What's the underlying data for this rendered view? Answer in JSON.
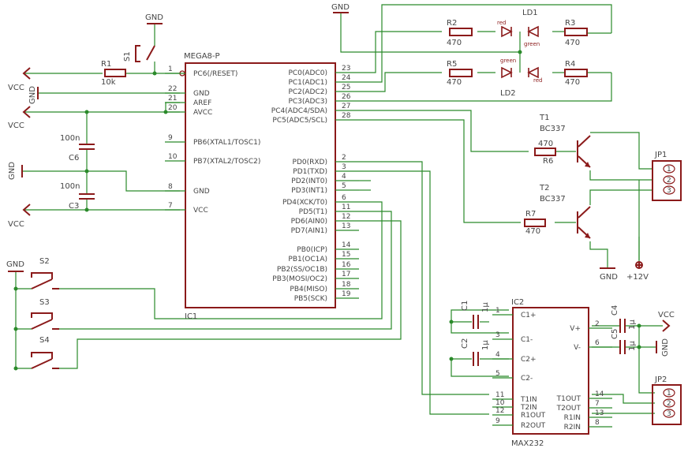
{
  "mcu": {
    "name": "MEGA8-P",
    "instance": "IC1",
    "left_pins": [
      {
        "num": "1",
        "name": "PC6(/RESET)"
      },
      {
        "num": "22",
        "name": "GND"
      },
      {
        "num": "21",
        "name": "AREF"
      },
      {
        "num": "20",
        "name": "AVCC"
      },
      {
        "num": "9",
        "name": "PB6(XTAL1/TOSC1)"
      },
      {
        "num": "10",
        "name": "PB7(XTAL2/TOSC2)"
      },
      {
        "num": "8",
        "name": "GND"
      },
      {
        "num": "7",
        "name": "VCC"
      }
    ],
    "right_pins": [
      {
        "num": "23",
        "name": "PC0(ADC0)"
      },
      {
        "num": "24",
        "name": "PC1(ADC1)"
      },
      {
        "num": "25",
        "name": "PC2(ADC2)"
      },
      {
        "num": "26",
        "name": "PC3(ADC3)"
      },
      {
        "num": "27",
        "name": "PC4(ADC4/SDA)"
      },
      {
        "num": "28",
        "name": "PC5(ADC5/SCL)"
      },
      {
        "num": "2",
        "name": "PD0(RXD)"
      },
      {
        "num": "3",
        "name": "PD1(TXD)"
      },
      {
        "num": "4",
        "name": "PD2(INT0)"
      },
      {
        "num": "5",
        "name": "PD3(INT1)"
      },
      {
        "num": "6",
        "name": "PD4(XCK/T0)"
      },
      {
        "num": "11",
        "name": "PD5(T1)"
      },
      {
        "num": "12",
        "name": "PD6(AIN0)"
      },
      {
        "num": "13",
        "name": "PD7(AIN1)"
      },
      {
        "num": "14",
        "name": "PB0(ICP)"
      },
      {
        "num": "15",
        "name": "PB1(OC1A)"
      },
      {
        "num": "16",
        "name": "PB2(SS/OC1B)"
      },
      {
        "num": "17",
        "name": "PB3(MOSI/OC2)"
      },
      {
        "num": "18",
        "name": "PB4(MISO)"
      },
      {
        "num": "19",
        "name": "PB5(SCK)"
      }
    ]
  },
  "max232": {
    "name": "MAX232",
    "instance": "IC2",
    "left_pins": [
      {
        "num": "1",
        "name": "C1+"
      },
      {
        "num": "3",
        "name": "C1-"
      },
      {
        "num": "4",
        "name": "C2+"
      },
      {
        "num": "5",
        "name": "C2-"
      },
      {
        "num": "11",
        "name": "T1IN"
      },
      {
        "num": "10",
        "name": "T2IN"
      },
      {
        "num": "12",
        "name": "R1OUT"
      },
      {
        "num": "9",
        "name": "R2OUT"
      }
    ],
    "right_pins": [
      {
        "num": "2",
        "name": "V+"
      },
      {
        "num": "6",
        "name": "V-"
      },
      {
        "num": "14",
        "name": "T1OUT"
      },
      {
        "num": "7",
        "name": "T2OUT"
      },
      {
        "num": "13",
        "name": "R1IN"
      },
      {
        "num": "8",
        "name": "R2IN"
      }
    ]
  },
  "parts": {
    "r1": {
      "name": "R1",
      "value": "10k"
    },
    "r2": {
      "name": "R2",
      "value": "470"
    },
    "r3": {
      "name": "R3",
      "value": "470"
    },
    "r4": {
      "name": "R4",
      "value": "470"
    },
    "r5": {
      "name": "R5",
      "value": "470"
    },
    "r6": {
      "name": "R6",
      "value": "470"
    },
    "r7": {
      "name": "R7",
      "value": "470"
    },
    "c6": {
      "name": "C6",
      "value": "100n"
    },
    "c3": {
      "name": "C3",
      "value": "100n"
    },
    "c1": {
      "name": "C1",
      "value": "1µ"
    },
    "c2": {
      "name": "C2",
      "value": "1µ"
    },
    "c4": {
      "name": "C4",
      "value": "1µ"
    },
    "c5": {
      "name": "C5",
      "value": "1µ"
    },
    "s1": "S1",
    "s2": "S2",
    "s3": "S3",
    "s4": "S4",
    "ld1": {
      "name": "LD1",
      "color_a": "red",
      "color_b": "green"
    },
    "ld2": {
      "name": "LD2",
      "color_a": "green",
      "color_b": "red"
    },
    "t1": {
      "name": "T1",
      "value": "BC337"
    },
    "t2": {
      "name": "T2",
      "value": "BC337"
    },
    "jp1": {
      "name": "JP1",
      "pins": [
        "1",
        "2",
        "3"
      ]
    },
    "jp2": {
      "name": "JP2",
      "pins": [
        "1",
        "2",
        "3"
      ]
    }
  },
  "nets": {
    "gnd": "GND",
    "vcc": "VCC",
    "v12": "+12V"
  },
  "colors": {
    "wire": "#2a8a2a",
    "symbol": "#8b1a1a",
    "text": "#444444"
  }
}
